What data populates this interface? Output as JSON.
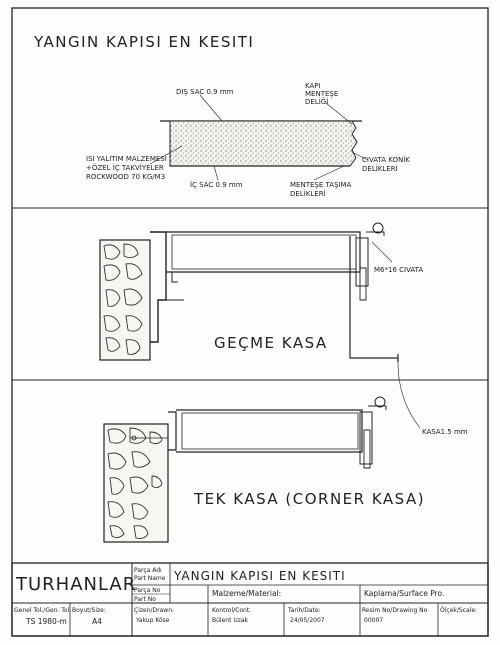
{
  "sheet": {
    "main_title": "YANGIN KAPISI EN KESITI",
    "section1": {
      "top_sheet": "DIŞ SAC 0.9 mm",
      "hinge_hole_line1": "KAPI",
      "hinge_hole_line2": "MENTEŞE",
      "hinge_hole_line3": "DELİĞİ",
      "insulation_line1": "ISI YALITIM MALZEMESİ",
      "insulation_line2": "+ÖZEL İÇ TAKVİYELER",
      "insulation_line3": "ROCKWOOD 70 KG/M3",
      "conic_line1": "CIVATA KONİK",
      "conic_line2": "DELİKLERİ",
      "bottom_sheet": "İÇ SAC 0.9 mm",
      "carry_line1": "MENTEŞE TAŞIMA",
      "carry_line2": "DELİKLERİ"
    },
    "section2": {
      "bolt": "M6*16 CIVATA",
      "title": "GEÇME KASA",
      "frame": "KASA1.5 mm"
    },
    "section3": {
      "title": "TEK KASA (CORNER KASA)"
    }
  },
  "title_block": {
    "company": "TURHANLAR",
    "part_name_label1": "Parça Adı",
    "part_name_label2": "Part Name",
    "part_name_value": "YANGIN KAPISI EN KESITI",
    "part_no_label1": "Parça No",
    "part_no_label2": "Part No",
    "material_label": "Malzeme/Material:",
    "coating_label": "Kaplama/Surface Pro.",
    "tolerance_label": "Genel Tol./Gen. Tol.",
    "tolerance_value": "TS 1980-m",
    "size_label": "Boyut/Size:",
    "size_value": "A4",
    "drawn_label": "Çizen/Drawn:",
    "drawn_value": "Yakup Köse",
    "control_label": "Kontrol/Cont.",
    "control_value": "Bülent Uzak",
    "date_label": "Tarih/Date:",
    "date_value": "24/05/2007",
    "drawing_no_label": "Resim No/Drawing No",
    "drawing_no_value": "00007",
    "scale_label": "Ölçek/Scale:"
  }
}
